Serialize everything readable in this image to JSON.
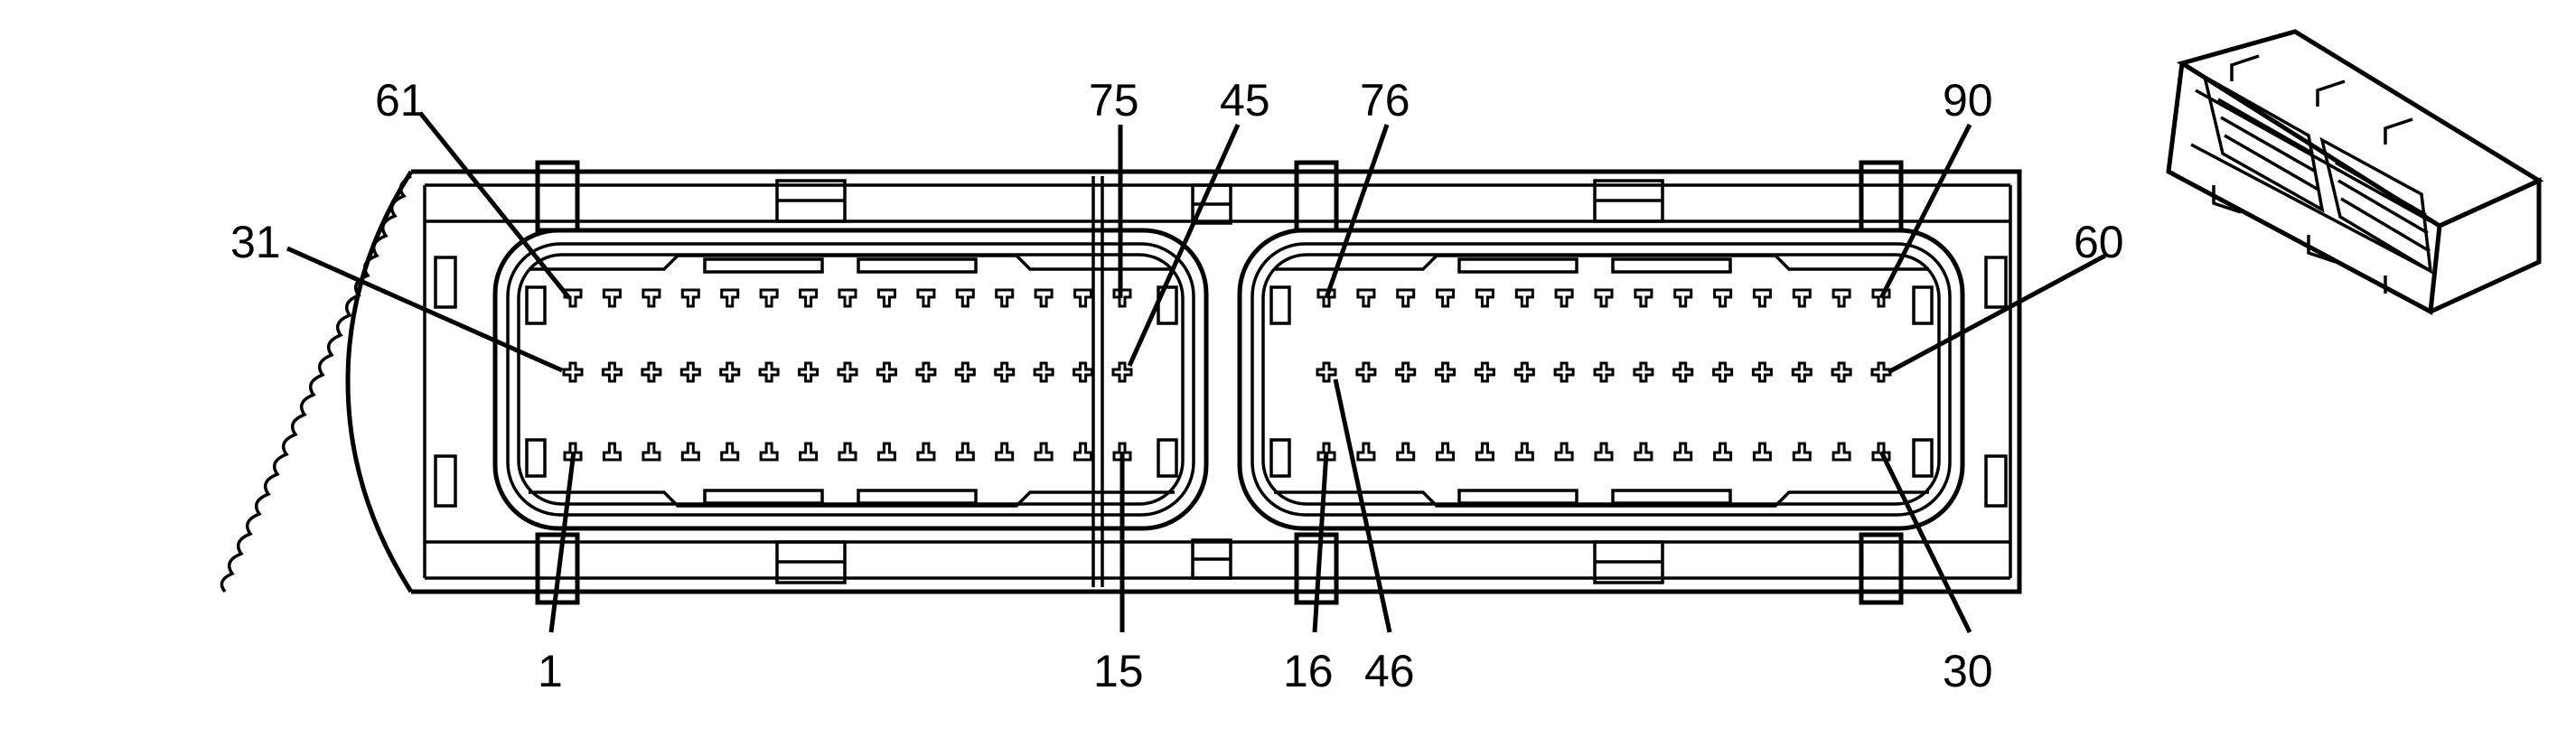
{
  "pin_labels": {
    "p1": "1",
    "p15": "15",
    "p16": "16",
    "p30": "30",
    "p31": "31",
    "p45": "45",
    "p46": "46",
    "p60": "60",
    "p61": "61",
    "p75": "75",
    "p76": "76",
    "p90": "90"
  },
  "pins_per_row": 15,
  "rows_per_section": 3,
  "sections": 2
}
